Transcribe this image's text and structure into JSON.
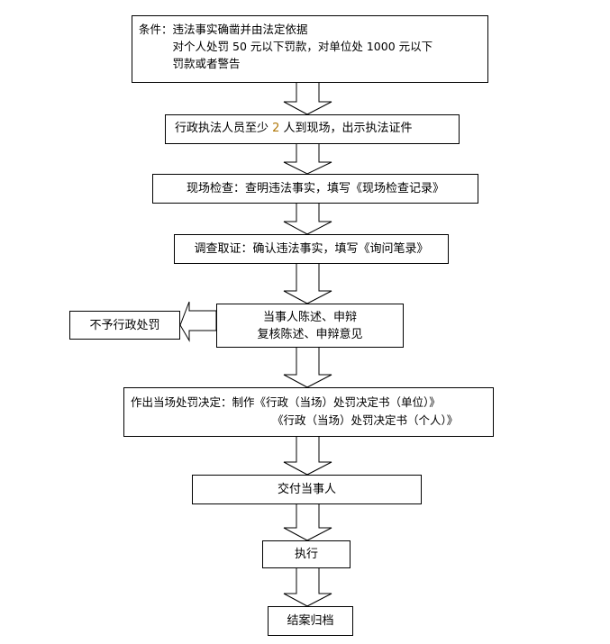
{
  "diagram": {
    "type": "flowchart",
    "nodes": [
      {
        "id": "conditions",
        "label": "条件：",
        "lines": [
          "违法事实确凿并由法定依据",
          "对个人处罚 50 元以下罚款，对单位处 1000 元以下",
          "罚款或者警告"
        ]
      },
      {
        "id": "officers",
        "pre": "行政执法人员至少 ",
        "num": "2",
        "post": " 人到现场，出示执法证件"
      },
      {
        "id": "inspection",
        "text": "现场检查：查明违法事实，填写《现场检查记录》"
      },
      {
        "id": "investigation",
        "text": "调查取证：确认违法事实，填写《询问笔录》"
      },
      {
        "id": "statement",
        "lines": [
          "当事人陈述、申辩",
          "复核陈述、申辩意见"
        ]
      },
      {
        "id": "no-penalty",
        "text": "不予行政处罚"
      },
      {
        "id": "decision",
        "lines": [
          "作出当场处罚决定：制作《行政（当场）处罚决定书（单位）》",
          "《行政（当场）处罚决定书（个人）》"
        ]
      },
      {
        "id": "deliver",
        "text": "交付当事人"
      },
      {
        "id": "execute",
        "text": "执行"
      },
      {
        "id": "archive",
        "text": "结案归档"
      }
    ],
    "edges": [
      [
        "conditions",
        "officers"
      ],
      [
        "officers",
        "inspection"
      ],
      [
        "inspection",
        "investigation"
      ],
      [
        "investigation",
        "statement"
      ],
      [
        "statement",
        "no-penalty"
      ],
      [
        "statement",
        "decision"
      ],
      [
        "decision",
        "deliver"
      ],
      [
        "deliver",
        "execute"
      ],
      [
        "execute",
        "archive"
      ]
    ]
  }
}
